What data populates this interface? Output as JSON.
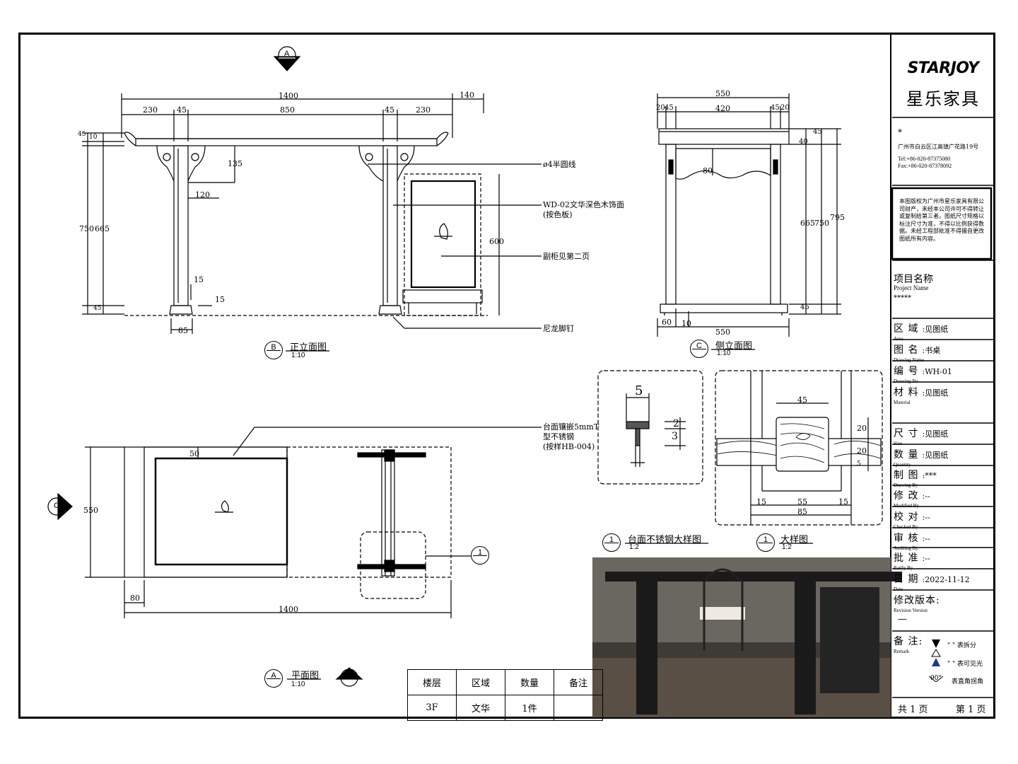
{
  "brand": {
    "logo_text": "STARJOY",
    "name_cn": "星乐家具"
  },
  "company": {
    "star": "*",
    "address": "广州市白云区江高镇广花路19号",
    "tel": "Tel:+86-020-87375080",
    "fax": "Fax:+86-020-87378092",
    "copyright": "本图版权为广州市星乐家具有限公司财产，未经本公司许可不得转让或复制给第三者。图纸尺寸规格以标注尺寸为准，不得以比例获得数据。未经工程部批准不得擅自更改图纸所有内容。"
  },
  "project": {
    "label_cn": "项目名称",
    "label_en": "Project Name",
    "value": "*****"
  },
  "fields": [
    {
      "label_cn": "区 域",
      "label_en": "Area",
      "value": ":见图纸"
    },
    {
      "label_cn": "图 名",
      "label_en": "Drawing Name",
      "value": ":书桌"
    },
    {
      "label_cn": "编 号",
      "label_en": "Drawing No",
      "value": ":WH-01"
    },
    {
      "label_cn": "材 料",
      "label_en": "Material",
      "value": ":见图纸"
    },
    {
      "label_cn": "尺 寸",
      "label_en": "Size",
      "value": ":见图纸"
    },
    {
      "label_cn": "数 量",
      "label_en": "Quantity",
      "value": ":见图纸"
    },
    {
      "label_cn": "制 图",
      "label_en": "Drawing By",
      "value": ":***"
    },
    {
      "label_cn": "修 改",
      "label_en": "Modified By",
      "value": ":--"
    },
    {
      "label_cn": "校 对",
      "label_en": "Checked By",
      "value": ":--"
    },
    {
      "label_cn": "审 核",
      "label_en": "Auditing By",
      "value": ":--"
    },
    {
      "label_cn": "批 准",
      "label_en": "Ratify By",
      "value": ":--"
    },
    {
      "label_cn": "日 期",
      "label_en": "Date",
      "value": ":2022-11-12"
    }
  ],
  "revision": {
    "label_cn": "修改版本:",
    "label_en": "Revision Version",
    "value": "—"
  },
  "remark": {
    "label_cn": "备 注:",
    "label_en": "Remark",
    "items": [
      "\"  \" 表拆分",
      "\"  \" 表可见光",
      "表直角拐角"
    ],
    "symbol": "90°"
  },
  "pages": {
    "total": "共 1 页",
    "current": "第 1 页"
  },
  "schedule": {
    "headers": [
      "楼层",
      "区域",
      "数量",
      "备注"
    ],
    "row": [
      "3F",
      "文华",
      "1件",
      ""
    ]
  },
  "views": {
    "front": {
      "marker": "B",
      "title": "正立面图",
      "scale": "1:10"
    },
    "side": {
      "marker": "C",
      "title": "侧立面图",
      "scale": "1:10"
    },
    "plan": {
      "marker": "A",
      "title": "平面图",
      "scale": "1:10"
    },
    "detail_steel": {
      "marker": "1",
      "title": "台面不锈钢大样图",
      "scale": "1:2"
    },
    "detail_big": {
      "marker": "1",
      "title": "大样图",
      "scale": "1:2"
    },
    "section_a": "A",
    "section_b": "B",
    "section_c": "C",
    "detail_ref": "1"
  },
  "notes": {
    "bead": "ø4半圆线",
    "veneer_1": "WD-02文华深色木饰面",
    "veneer_2": "(按色板)",
    "cabinet": "副柜见第二页",
    "nylon": "尼龙脚钉",
    "steel_1": "台面镶嵌5mmT",
    "steel_2": "型不锈钢",
    "steel_3": "(按样HB-004)"
  },
  "dims": {
    "front_total": "1400",
    "front_ext": "140",
    "front_parts": [
      "230",
      "45",
      "850",
      "45",
      "230"
    ],
    "front_h": [
      "45",
      "10",
      "750",
      "665",
      "45"
    ],
    "front_135": "135",
    "front_120": "120",
    "front_15a": "15",
    "front_15b": "15",
    "front_85": "85",
    "front_600": "600",
    "side_top": "550",
    "side_parts": [
      "20",
      "45",
      "420",
      "45",
      "20"
    ],
    "side_80": "80",
    "side_h": [
      "45",
      "40",
      "665",
      "750",
      "795",
      "45"
    ],
    "side_60": "60",
    "side_10": "10",
    "side_bottom": "550",
    "plan_50": "50",
    "plan_550": "550",
    "plan_80": "80",
    "plan_1400": "1400",
    "d1_5": "5",
    "d1_2": "2",
    "d1_3": "3",
    "d2_45": "45",
    "d2_20a": "20",
    "d2_20b": "20",
    "d2_5": "5",
    "d2_bottom": [
      "15",
      "55",
      "15"
    ],
    "d2_85": "85"
  }
}
